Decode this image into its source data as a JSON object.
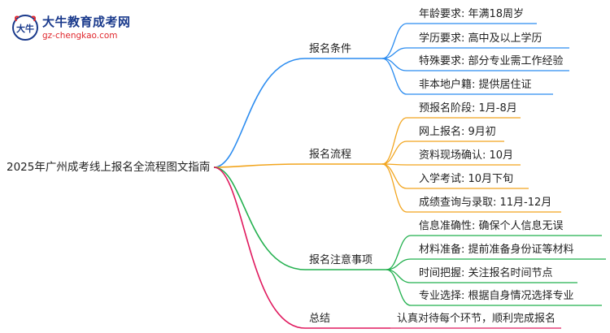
{
  "logo": {
    "title": "大牛教育成考网",
    "url": "gz-chengkao.com",
    "glyph": "大牛"
  },
  "mindmap": {
    "root": "2025年广州成考线上报名全流程图文指南",
    "branches": [
      {
        "label": "报名条件",
        "color": "#2b8cf0",
        "children": [
          "年龄要求: 年满18周岁",
          "学历要求: 高中及以上学历",
          "特殊要求: 部分专业需工作经验",
          "非本地户籍: 提供居住证"
        ]
      },
      {
        "label": "报名流程",
        "color": "#f2a51e",
        "children": [
          "预报名阶段: 1月-8月",
          "网上报名: 9月初",
          "资料现场确认: 10月",
          "入学考试: 10月下旬",
          "成绩查询与录取: 11月-12月"
        ]
      },
      {
        "label": "报名注意事项",
        "color": "#22b04e",
        "children": [
          "信息准确性: 确保个人信息无误",
          "材料准备: 提前准备身份证等材料",
          "时间把握: 关注报名时间节点",
          "专业选择: 根据自身情况选择专业"
        ]
      },
      {
        "label": "总结",
        "color": "#e0195e",
        "children": [
          "认真对待每个环节，顺利完成报名"
        ]
      }
    ]
  }
}
